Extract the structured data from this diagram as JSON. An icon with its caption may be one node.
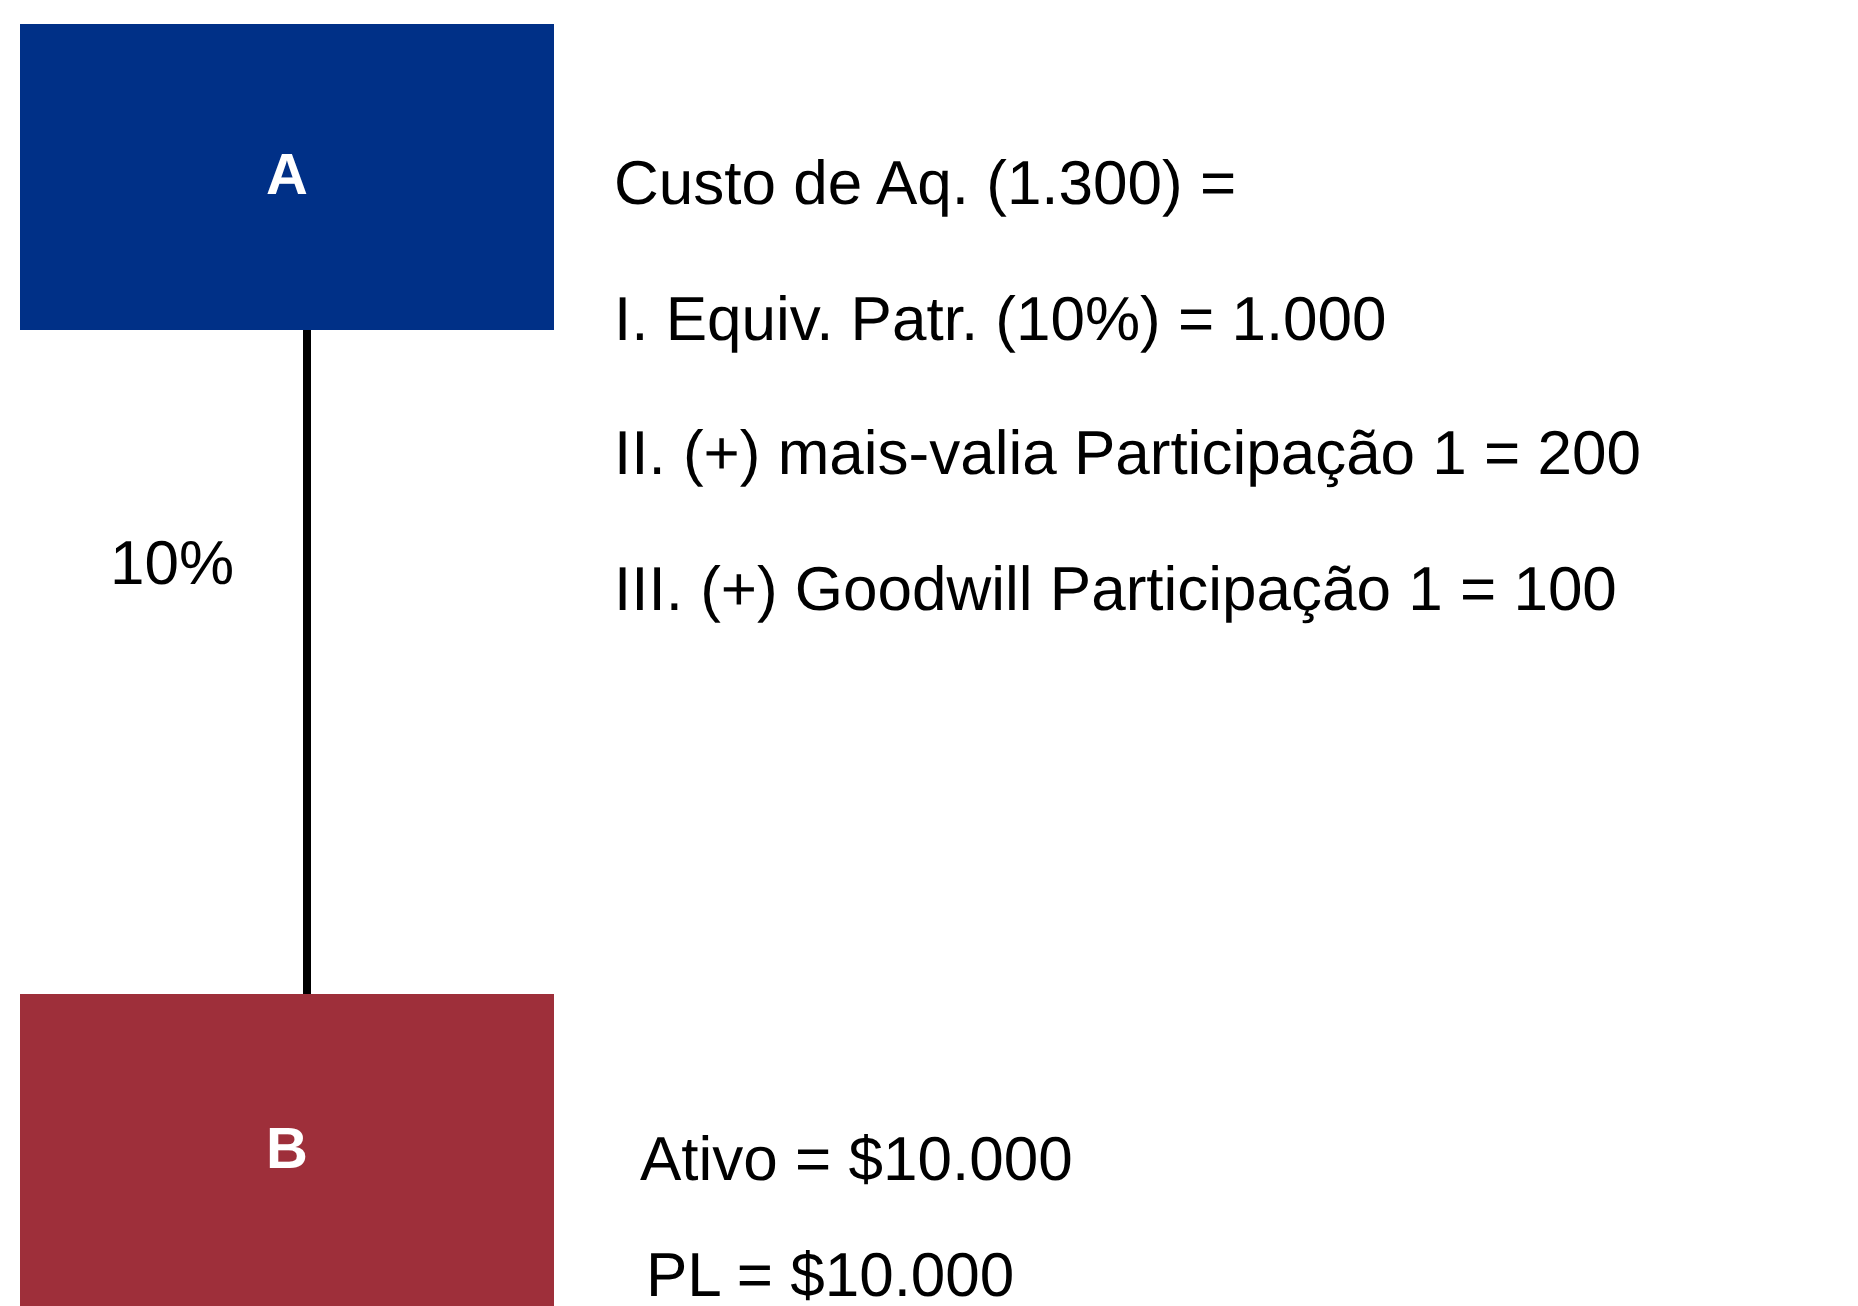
{
  "diagram": {
    "nodes": [
      {
        "text": [
          "A"
        ]
      },
      {
        "text": [
          "B"
        ]
      }
    ],
    "edges": [
      {
        "from": 0,
        "to": 1,
        "arrow": "none",
        "label": "10%"
      }
    ],
    "labels": [
      "Custo de Aq. (1.300) =",
      "I. Equiv. Patr. (10%) = 1.000",
      "II. (+) mais-valia Participação 1 = 200",
      "III. (+) Goodwill Participação 1 = 100",
      "Ativo = $10.000",
      "PL = $10.000"
    ]
  }
}
